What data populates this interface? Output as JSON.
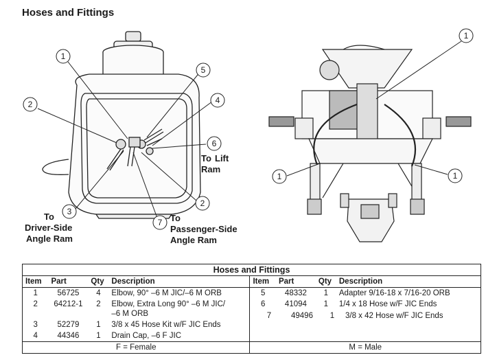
{
  "page_title": "Hoses and Fittings",
  "diagram": {
    "callouts_left": [
      "1",
      "2",
      "3",
      "4",
      "5",
      "6",
      "7",
      "2"
    ],
    "callouts_right": [
      "1",
      "1",
      "1"
    ],
    "labels": {
      "lift_line1": "To",
      "lift_line2": "Lift",
      "lift_line3": "Ram",
      "driver_line1": "To",
      "driver_line2": "Driver-Side",
      "driver_line3": "Angle Ram",
      "pass_line1": "To",
      "pass_line2": "Passenger-Side",
      "pass_line3": "Angle Ram"
    }
  },
  "table": {
    "title": "Hoses and Fittings",
    "headers": [
      "Item",
      "Part",
      "Qty",
      "Description",
      "Item",
      "Part",
      "Qty",
      "Description"
    ],
    "left_rows": [
      {
        "item": "1",
        "part": "56725",
        "qty": "4",
        "desc": "Elbow, 90° –6 M JIC/–6 M ORB",
        "desc2": ""
      },
      {
        "item": "2",
        "part": "64212-1",
        "qty": "2",
        "desc": "Elbow, Extra Long 90° –6 M JIC/",
        "desc2": "–6 M ORB"
      },
      {
        "item": "3",
        "part": "52279",
        "qty": "1",
        "desc": "3/8 x 45 Hose Kit w/F JIC Ends",
        "desc2": ""
      },
      {
        "item": "4",
        "part": "44346",
        "qty": "1",
        "desc": "Drain Cap, –6 F JIC",
        "desc2": ""
      }
    ],
    "right_rows": [
      {
        "item": "5",
        "part": "48332",
        "qty": "1",
        "desc": "Adapter 9/16-18 x 7/16-20 ORB"
      },
      {
        "item": "6",
        "part": "41094",
        "qty": "1",
        "desc": "1/4 x 18 Hose w/F JIC Ends"
      },
      {
        "item": "7",
        "part": "49496",
        "qty": "1",
        "desc": "3/8 x 42 Hose w/F JIC Ends"
      }
    ],
    "footer_left": "F = Female",
    "footer_right": "M = Male"
  }
}
